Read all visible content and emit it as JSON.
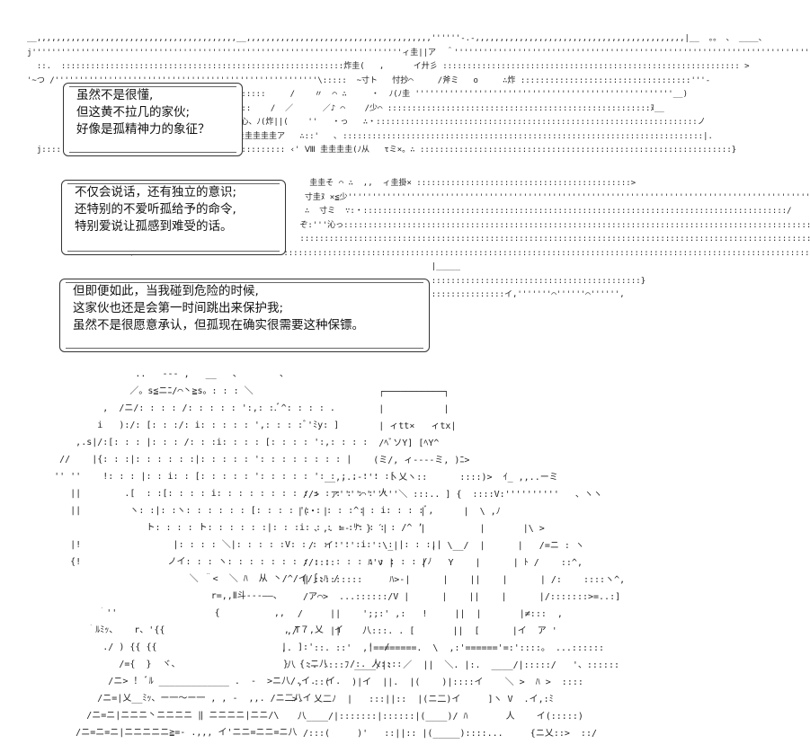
{
  "bubbles": [
    {
      "lines": [
        "虽然不是很懂,",
        "但这黄不拉几的家伙;",
        "好像是孤精神力的象征？"
      ]
    },
    {
      "lines": [
        "不仅会说话，还有独立的意识;",
        "还特别的不爱听孤给予的命令,",
        "特别爱说让孤感到难受的话。"
      ]
    },
    {
      "lines": [
        "但即便如此，当我碰到危险的时候,",
        "这家伙也还是会第一时间跳出来保护我;",
        "虽然不是很愿意承认，但孤现在确实很需要这种保镖。"
      ]
    }
  ],
  "art": {
    "top_lines": [
      "__,,,,,,,,,,,,,,,,,,,,,,,,,,,,,,,,,,,,,,,,,__,,,,,,,,,,,,,,,,,,,,,,,,,,,,,,,,,,,,,,''''''-.-,,,,,,,,,,,,,,,,,,,,,,,,,,,,,,,,,,,,,,,,,,,|__  。。 、 ____、",
      "j''''''''''''''''''''''''''''''''''''''''''''''''''''''''''''''''''''''''''''ィ圭||ア  ＾''''''''''''''''''''''''''''''''''''''''''''''''''''''''''''''''''''''''''''''''''''''''''''''''}",
      "  ::.  ::::::::::::::::::::::::::::::::::::::::::::::::::::::::::炸圭(   ,      イ廾彡 ::::::::::::::::::::::::::::::::::::::::::::::::::::::::::::: >",
      "'~つ /''''''''''''''''''''''''''''''''''''''''''''''''''''''\\:::::  ~寸ト   忖抄⌒     /斧ミ   o     ∴炸 :::::::::::::::::::::::::::::::::::'''-",
      "                                          :::::::     /    〃  ⌒ ∴     ・  ﾉ(ﾉ圭 '''''''''''''''''''''''''''''''''''''''''''''''''''''__)",
      "                                          ::::    /  ／      ／♪ ⌒    /少⌒ ::::::::::::::::::::::::::::::::::::::::::::::::::::::ﾇ__",
      "                                          :ﾉ心、ﾉ(炸||(    ''   ・っ   ∴・::::::::::::::::::::::::::::::::::::::::::::::::::::::::::::::::::ノ",
      "                                          )圭圭圭圭圭ア   ∴::'   ､ ::::::::::::::::::::::::::::::::::::::::::::::::::::::::::::::::::::::::::|.",
      "  j:::::::::::::::::::::::::::::::::::::::::::::::::: ‹' Ⅷ 圭圭圭圭(ﾉ从   τミ×。∴ ::::::::::::::::::::::::::::::::::::::::::::::::::::::::::::::::}"
    ],
    "mid_lines": [
      "                                                          圭圭そ ⌒ ∴  ,,  ィ圭掛× ::::::::::::::::::::::::::::::::::::::::::::>",
      "                                                         寸圭ﾇ ×≦少'''''''''''''''''''''''''''''''''''''''''''''''''''''''''''''''''''''''''''''''''''''''''''''''''''''''''''''''''''''}",
      "                                                         ∴  寸ミ  ∵:・:::::::::::::::::::::::::::::::::::::::::::::::::::::::::::::::::::::::::::::::::::::::/",
      "                                                        ぞ:'''沁っ::::::::::::::::::::::::::::::::::::::::::::::::::::::::::::::::::::::::::::::::::::::::::::::::::::::}",
      "                                                        ::::::::::::::::::::::::::::::::::::::::::::::::::::::::::::::::::::::::::::::::::::::::::::::::::::::::::]",
      "                    ＼:::::::::::::::::::::::::::::::::::::::::::::::::::::::::::::::::::::::::::::::::::::::::::::::::::::::::::::::::::::::::::::::::::::::::::::::::::::::::::::::::::::::::::: ' ",
      "                                                                                   |_____",
      "                                                                                   :::::::::::::::::::::::::::::::::::::::::::}",
      "                                                                                   :::::::::::::::イ,'''''''⌒''''''⌒'''''',"
    ],
    "bottom_left_lines": [
      "                    ..   --- ,   __   、       、",
      "                   ／。s≦ニﾆ/⌒丶≧s。: : : ＼",
      "              ,  /ニ/: : : : /: : : : : ':,: :.ﾞ^: : : : .",
      "             i   ):/: [: : :/: i: : : : : ',: : : :ﾞ'ﾐy: ]",
      "         ,.s|/:[: : : |: : : /: : :i: : : : [: : : : ':,: : : :",
      "      //    |{: : :|: : : : : :|: : : : : ': : : : : : : : |",
      "     '' ''    !: : : |: : i: : [: : : : : ': : : : : ': : : : : : :[",
      "        ||        .[  : :[: : : : i: : : : : : : : : : : : : : : 人",
      "        ||         ヽ: :|: :ヽ: : : : : : [: : : : ': : : : :^: : i: : : :ﾞ,",
      "                      ト: : : : ト: : : : : :|: : :i: : : : :ﾘ: : : : /^ ʼ",
      "        |!                 |: : : : ＼|: : : : :V: : : : : : :i: : : |: : :,|",
      "        {!                ノイ: : : ヽ: : : : : : : : : : : : : : : : : : /ﾉ",
      "                              ＼ ＾<  ＼ ﾊ  从 丶/^/イ/∫:ﾊ /",
      "                                  r=,,Ⅱ斗---――、",
      "             ｀''                  {          ,,",
      "           ｀ﾙﾐｯ、   r、'{{                      , T７,乂  イ",
      "              ./ ) {{ {{                       |  ]:'          |  /",
      "                 /={  }  ヾ、                   }  {:ニ八    /:. 人::::",
      "               /ニ> ！ ﾞﾙ _____________ .  -  >ニ八/.イ.  イ.",
      "             /ニ=|乂__ﾐｯ、ー一～ー一 , , -  ,,. /ニ二八イ",
      "           /ニ=ニ|ニニニ丶ニニニニ ‖ ニニニニ|ニニ/\\",
      "         /ニ=ニ=ニ|ニニニニニ≧=- .,,, イ'ニニ=ニニ=ニ八"
    ],
    "bottom_right_lines": [
      "                                                            ┌───────────┐",
      "                                                            |           |",
      "                                                            | ィtt×   ィtx|",
      "                                                            /ﾍﾞソY] [ﾍY^",
      "                                                           (ミ/, ィ----ミ, )ﾆ>",
      "                                                  __,,..-'''  ヽ乂ヽ::      ::::)>  ｲ_ ,,..ーミ",
      "                                              //>  ァ''''⌒''''''＼ :::.. ] {  ::::V:''''''''''   、ヽヽ",
      "                                             |(・ |      |          |       |  \\ ,ﾉ",
      "                                                、,. =- ^ } ´|      |          |       |\\ >",
      "                                               /  イ''''   ' \\_|      |  \\__/  |      |   /=ニ : ヽ",
      "                                              //::::      ﾊ'v |     |    Y    |      | ﾄ /    ::^,",
      "                                              ‖ :::::::::     ﾊ>-|      |    ||    |      | /:    ::::ヽ^,",
      "                                              /ア⌒>  ...::::::/V |      |    ||    |      |/:::::::>=..:]",
      "                                             /     ||    ';;:' ,:   !     ||  |       |≠:::  ,",
      "                                           ,/      ||    八:::. . [       ||  [      |イ  ア '  ",
      "                                          ,.    ::. ::'  ,'========.  \\  ,:'======'=:'::::。 ...::::::",
      "                                           八  :. ::::ﾌ ____/|:  ／  ||  ＼. |:.  ____/|:::::/   '、::::::",
      "                                             ,  ::(    )|イ  ||.  |(    )|::::イ    ＼ >  ﾊ >  ::::",
      "                                            >.  乂二ﾉ  |   :::||::  |(ニ二)イ     ]ヽ V  .イ,:ﾐ",
      "                                             八____/|:::::::|::::::|(____)/ ﾊ       人    イ(:::::)",
      "                                              /:::(     )'   ::||:: |(_____)::::...     {ニ乂::>  ::/"
    ]
  }
}
